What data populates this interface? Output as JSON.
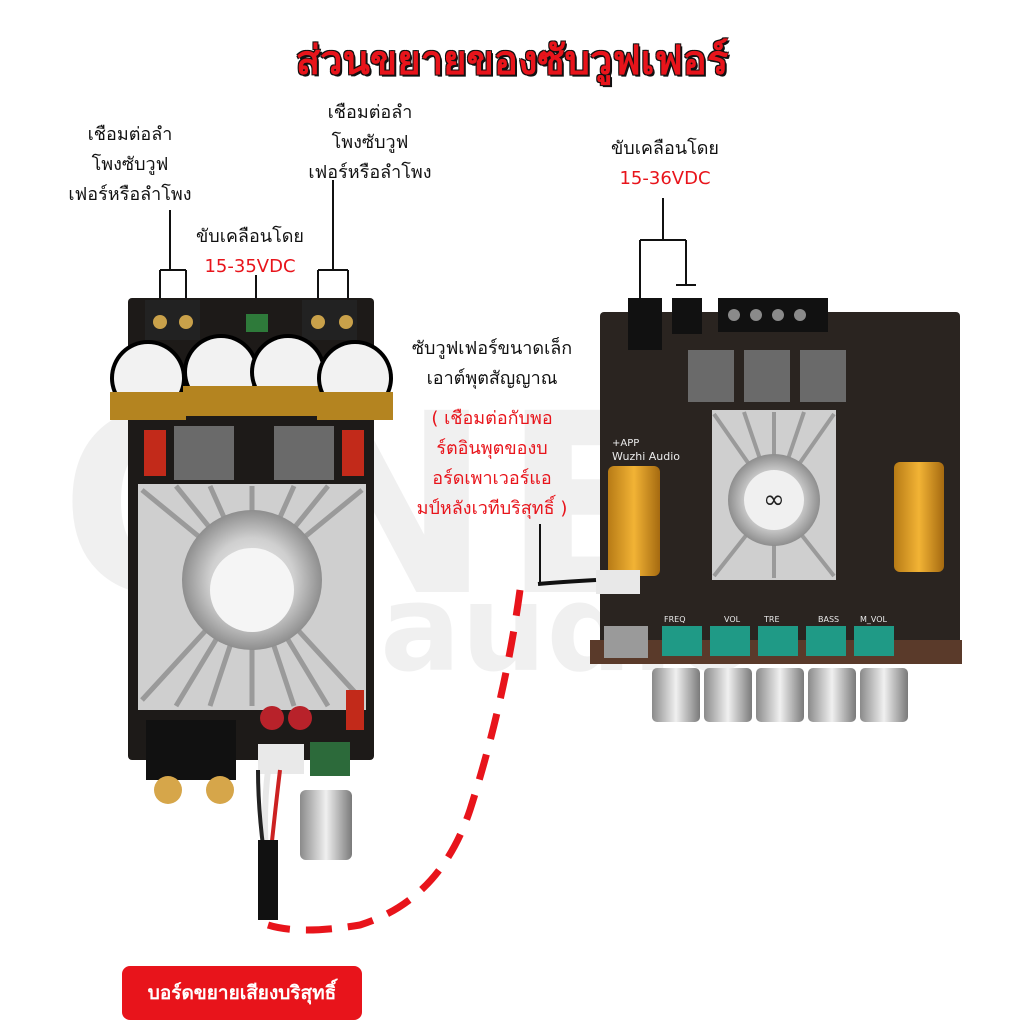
{
  "title": "ส่วนขยายของซับวูฟเฟอร์",
  "left_board": {
    "speaker_label_1": [
      "เชือมต่อลำ",
      "โพงซับวูฟ",
      "เฟอร์หรือลำโพง"
    ],
    "speaker_label_2": [
      "เชือมต่อลำ",
      "โพงซับวูฟ",
      "เฟอร์หรือลำโพง"
    ],
    "power_label": "ขับเคลือนโดย",
    "power_voltage": "15-35VDC",
    "badge": "บอร์ดขยายเสียงบริสุทธิ์"
  },
  "right_board": {
    "power_label": "ขับเคลือนโดย",
    "power_voltage": "15-36VDC",
    "output_label": [
      "ซับวูฟเฟอร์ขนาดเล็ก",
      "เอาต์พุตสัญญาณ"
    ],
    "output_note": [
      "( เชือมต่อกับพอ",
      "ร์ตอินพุตของบ",
      "อร์ดเพาเวอร์แอ",
      "มป์หลังเวทีบริสุทธิ์ )"
    ],
    "brand_text": "Wuzhi Audio",
    "app_text": "+APP",
    "knob_labels": [
      "FREQ",
      "VOL",
      "TRE",
      "BASS",
      "M_VOL"
    ]
  },
  "watermark": {
    "line1": "ONE",
    "line2": "audio"
  },
  "colors": {
    "accent": "#e8141b",
    "pcb": "#2a2420",
    "heatsink": "#d9d9d9"
  }
}
